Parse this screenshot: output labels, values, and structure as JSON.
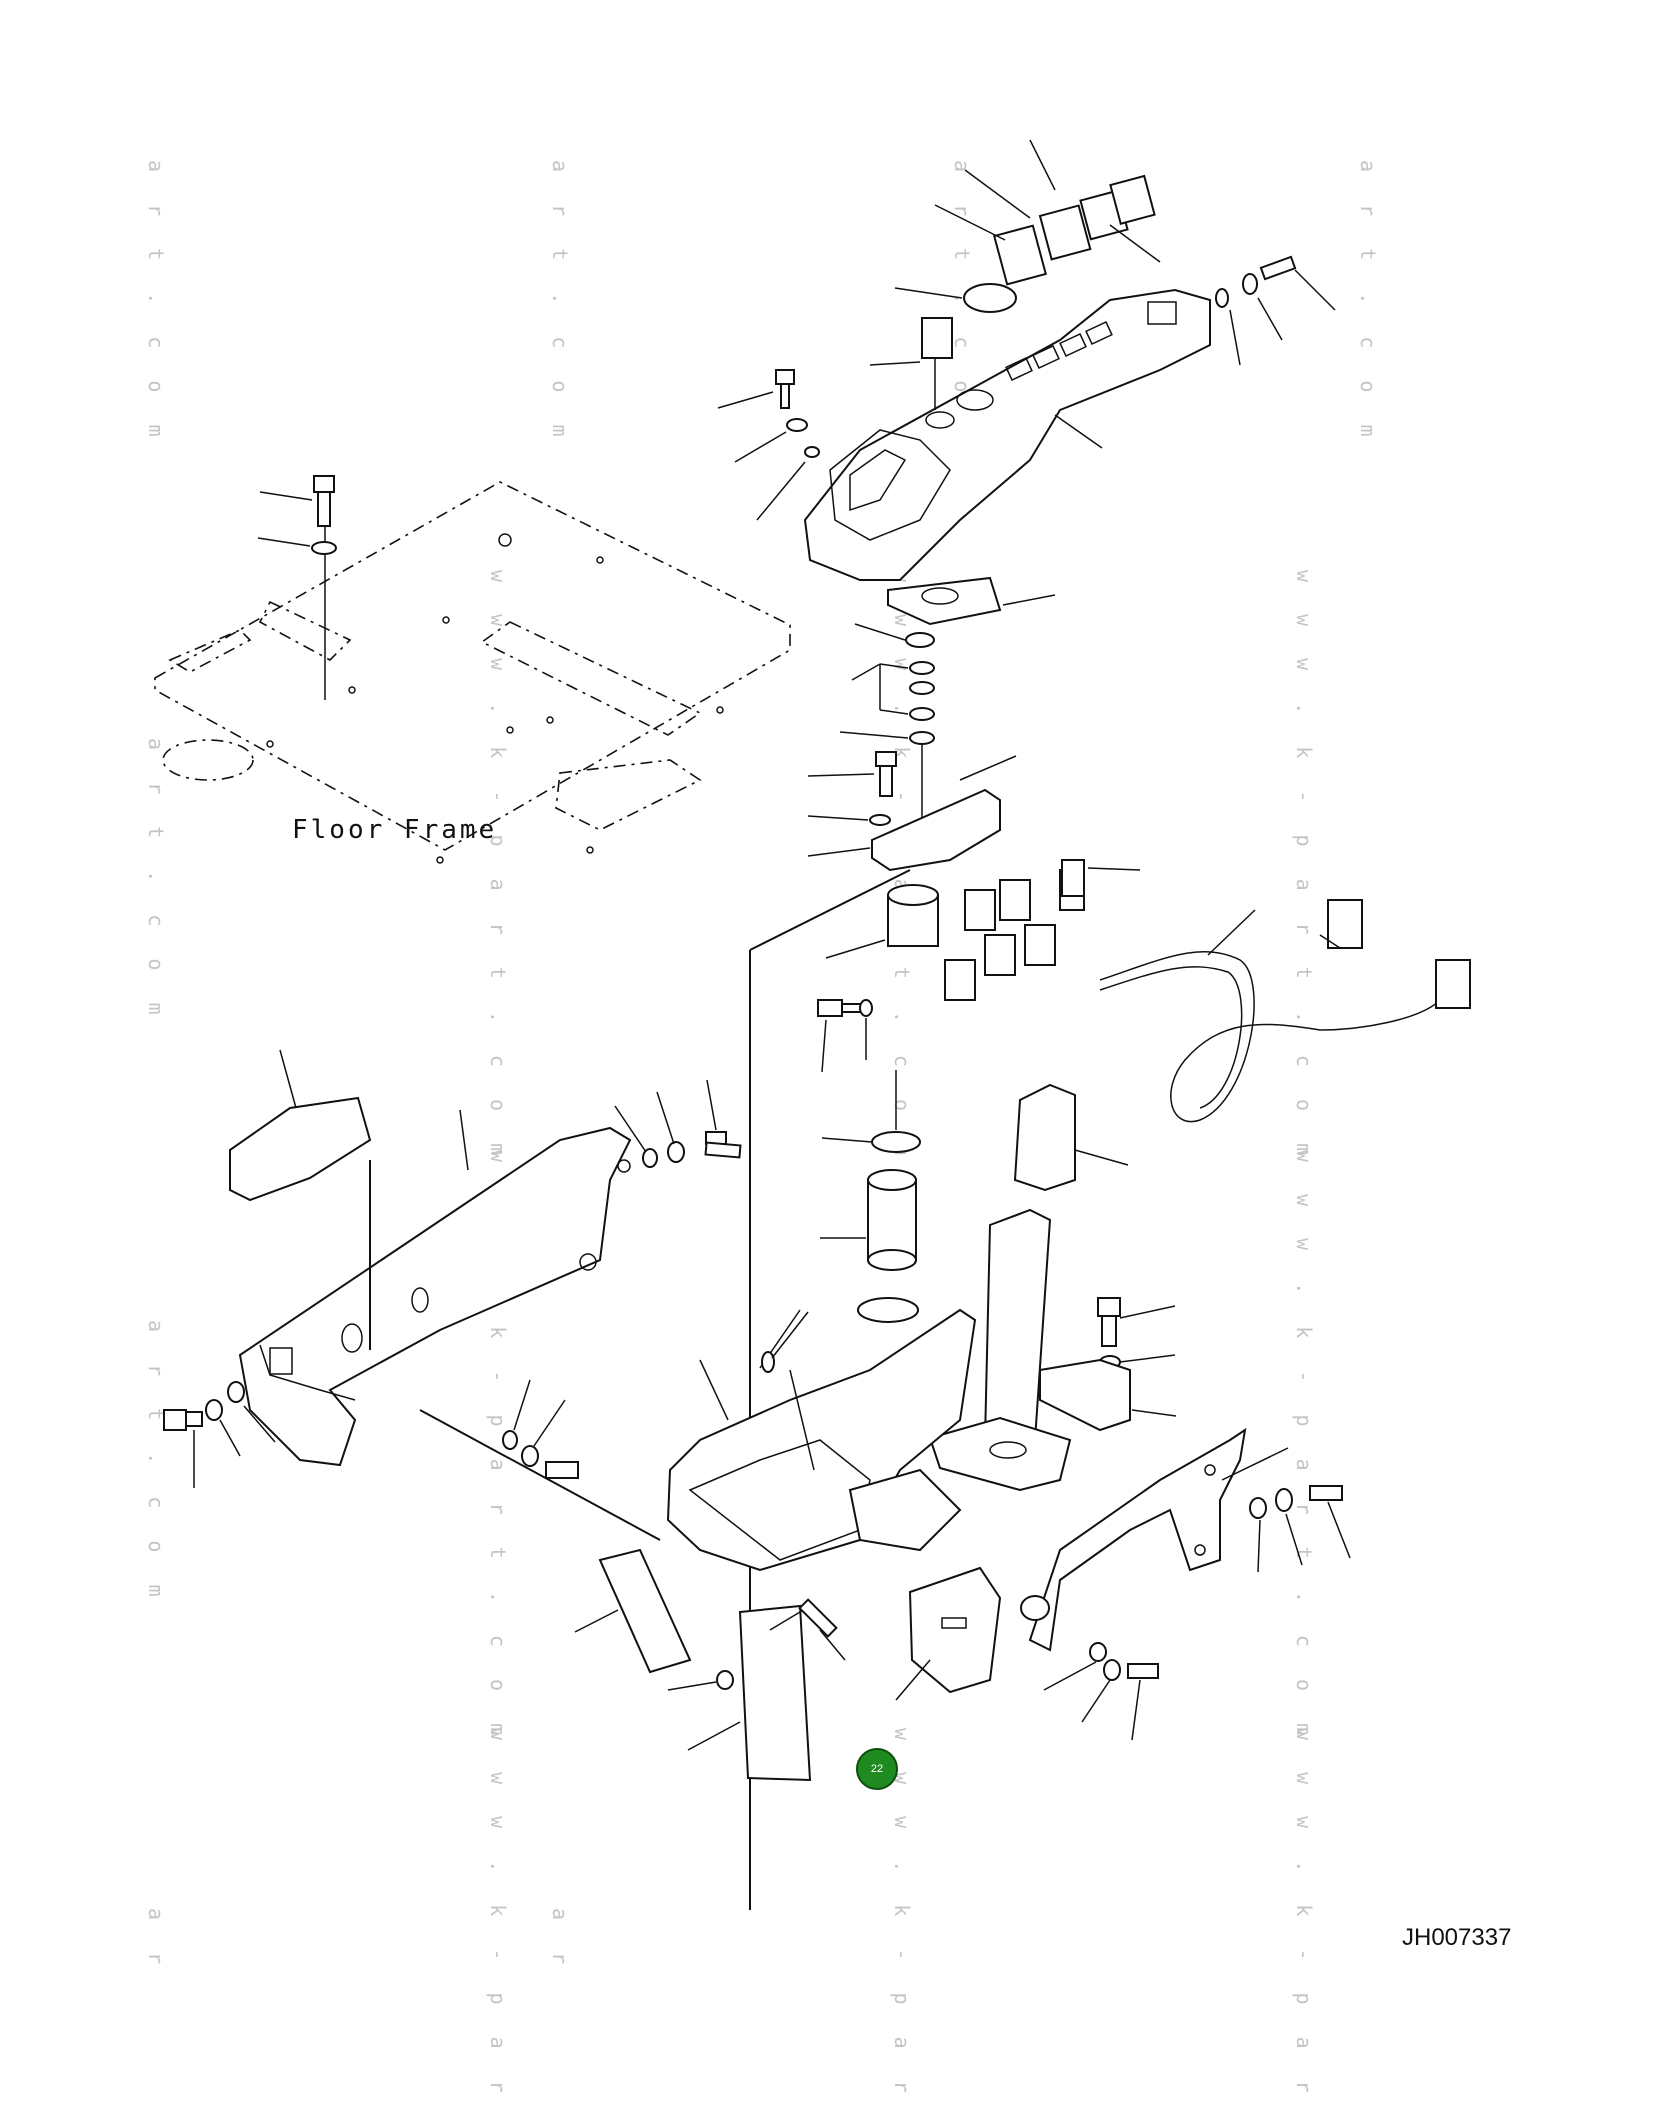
{
  "diagram": {
    "floor_label": "Floor Frame",
    "drawing_code": "JH007337",
    "badge_number": "22"
  },
  "watermarks": {
    "fragment_a": "a r t . c o m",
    "fragment_b": "w w w . k - p a r t . c o m",
    "fragment_c": "a r",
    "fragment_d": "w w w . k - p a r"
  },
  "colors": {
    "line": "#111111",
    "watermark": "#c4c4c4",
    "badge": "#1f8a1f"
  }
}
